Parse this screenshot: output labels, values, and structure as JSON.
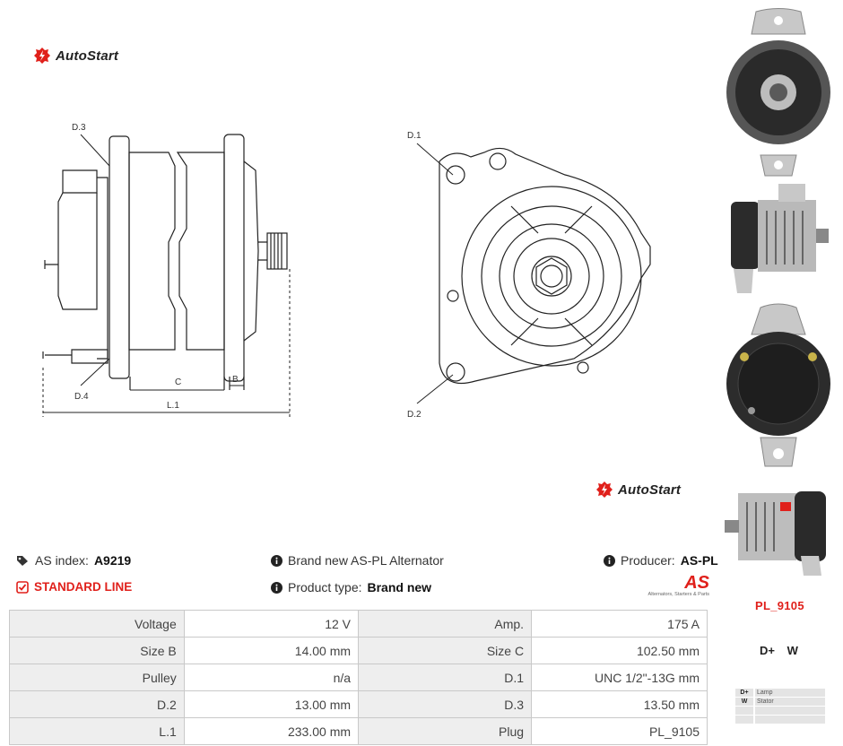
{
  "brand": {
    "name": "AutoStart"
  },
  "drawing": {
    "labels": {
      "d3": "D.3",
      "d4": "D.4",
      "c": "C",
      "b": "B",
      "l1": "L.1",
      "d1": "D.1",
      "d2": "D.2"
    }
  },
  "info": {
    "as_index_label": "AS index:",
    "as_index_value": "A9219",
    "line": "STANDARD LINE",
    "description": "Brand new AS-PL Alternator",
    "product_type_label": "Product type:",
    "product_type_value": "Brand new",
    "producer_label": "Producer:",
    "producer_value": "AS-PL",
    "producer_logo_text": "AS",
    "producer_tagline": "Alternators, Starters & Parts"
  },
  "specs": [
    {
      "l1": "Voltage",
      "v1": "12 V",
      "l2": "Amp.",
      "v2": "175 A"
    },
    {
      "l1": "Size B",
      "v1": "14.00 mm",
      "l2": "Size C",
      "v2": "102.50 mm"
    },
    {
      "l1": "Pulley",
      "v1": "n/a",
      "l2": "D.1",
      "v2": "UNC 1/2\"-13G mm"
    },
    {
      "l1": "D.2",
      "v1": "13.00 mm",
      "l2": "D.3",
      "v2": "13.50 mm"
    },
    {
      "l1": "L.1",
      "v1": "233.00 mm",
      "l2": "Plug",
      "v2": "PL_9105"
    }
  ],
  "plug": {
    "code": "PL_9105",
    "pins": "D+ W",
    "legend": [
      {
        "key": "D+",
        "value": "Lamp"
      },
      {
        "key": "W",
        "value": "Stator"
      },
      {
        "key": "",
        "value": ""
      },
      {
        "key": "",
        "value": ""
      }
    ]
  },
  "colors": {
    "accent": "#e0201b",
    "table_label_bg": "#eeeeee",
    "border": "#c9c9c9"
  },
  "icons": [
    "autostart-logo-icon",
    "tag-icon",
    "check-square-icon",
    "info-circle-icon"
  ]
}
